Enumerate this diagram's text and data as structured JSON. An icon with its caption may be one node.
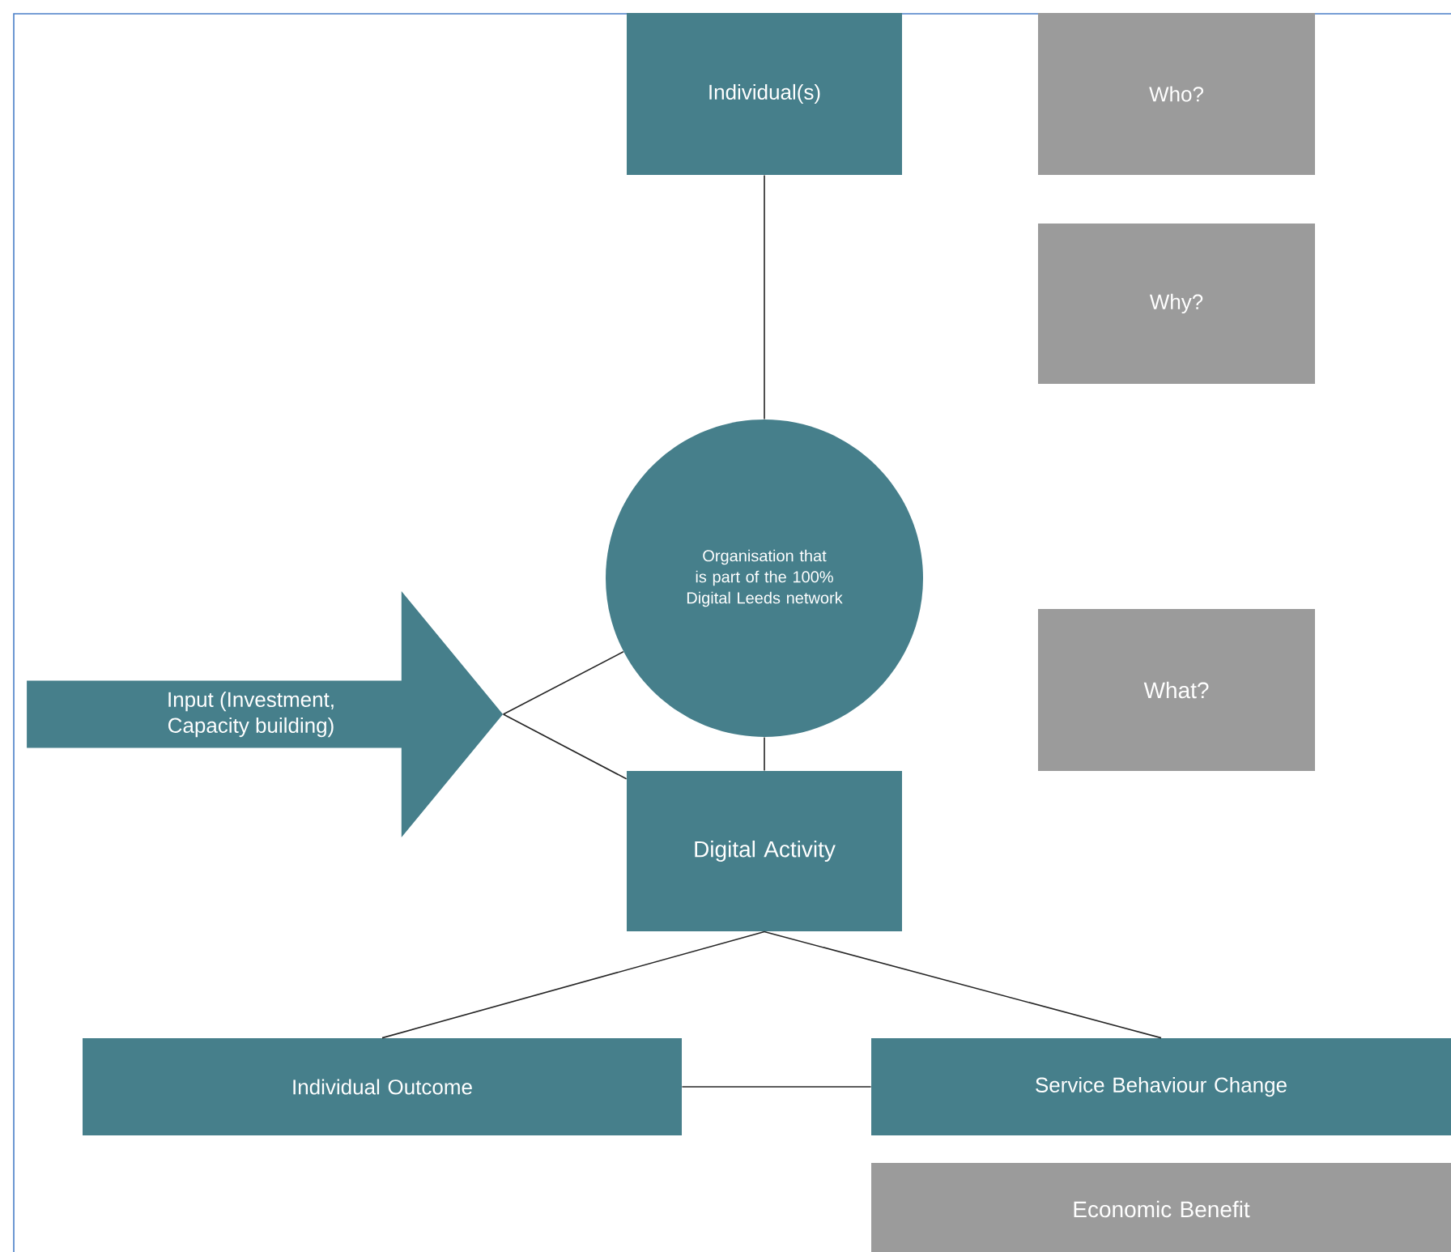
{
  "diagram": {
    "nodes": [
      {
        "text": [
          "Individual(s)"
        ]
      },
      {
        "text": [
          "Who?"
        ]
      },
      {
        "text": [
          "Why?"
        ]
      },
      {
        "text": [
          "Organisation that is part of the 100% Digital Leeds network"
        ]
      },
      {
        "text": [
          "Input (Investment, Capacity building)"
        ]
      },
      {
        "text": [
          "What?"
        ]
      },
      {
        "text": [
          "Digital Activity"
        ]
      },
      {
        "text": [
          "Individual Outcome"
        ]
      },
      {
        "text": [
          "Service Behaviour Change"
        ]
      },
      {
        "text": [
          "Economic Benefit"
        ]
      }
    ],
    "edges": [
      {
        "from": 0,
        "to": 3,
        "arrow": "none"
      },
      {
        "from": 4,
        "to": 3,
        "arrow": "none"
      },
      {
        "from": 4,
        "to": 6,
        "arrow": "none"
      },
      {
        "from": 3,
        "to": 6,
        "arrow": "none"
      },
      {
        "from": 6,
        "to": 7,
        "arrow": "none"
      },
      {
        "from": 6,
        "to": 8,
        "arrow": "none"
      },
      {
        "from": 7,
        "to": 8,
        "arrow": "none"
      }
    ]
  }
}
